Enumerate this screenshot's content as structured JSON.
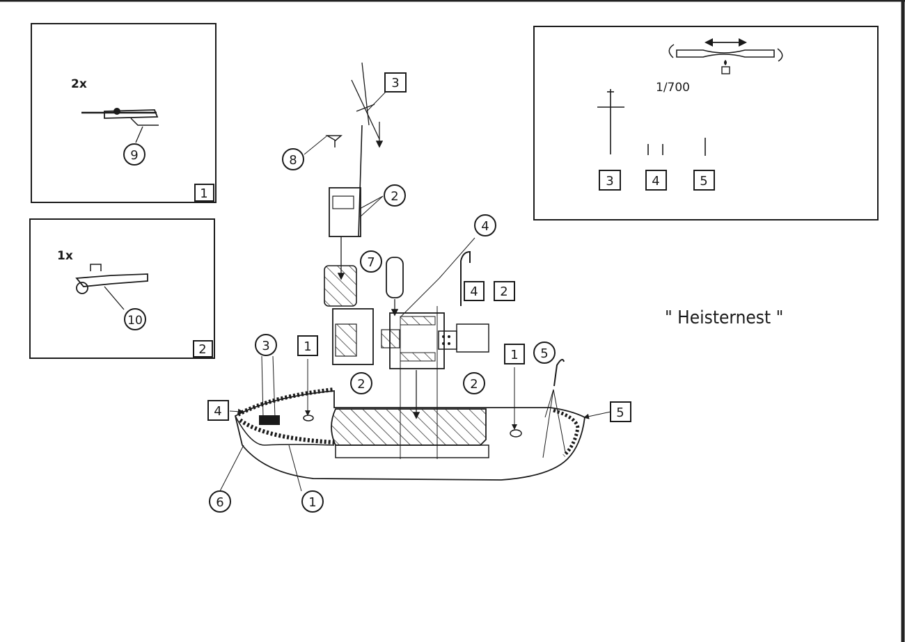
{
  "panels": {
    "panel1": {
      "qty": "2x",
      "part": "9",
      "box": "1"
    },
    "panel2": {
      "qty": "1x",
      "part": "10",
      "box": "2"
    },
    "rigging": {
      "scale": "1/700",
      "items": [
        "3",
        "4",
        "5"
      ]
    }
  },
  "title": "\" Heisternest \"",
  "callouts": {
    "c1_bow": "1",
    "c1_box_left": "1",
    "c1_box_right": "1",
    "c2_bridge": "2",
    "c2_box_deck": "2",
    "c2_deck_left": "2",
    "c2_deck_right": "2",
    "c3_box_mast": "3",
    "c3_bow": "3",
    "c4_box_bow": "4",
    "c4_box_deck": "4",
    "c4_rail": "4",
    "c5_box_stern": "5",
    "c5_stern": "5",
    "c6_bow": "6",
    "c7_funnel": "7",
    "c8_mast": "8"
  },
  "colors": {
    "ink": "#1a1a1a",
    "paper": "#ffffff"
  }
}
